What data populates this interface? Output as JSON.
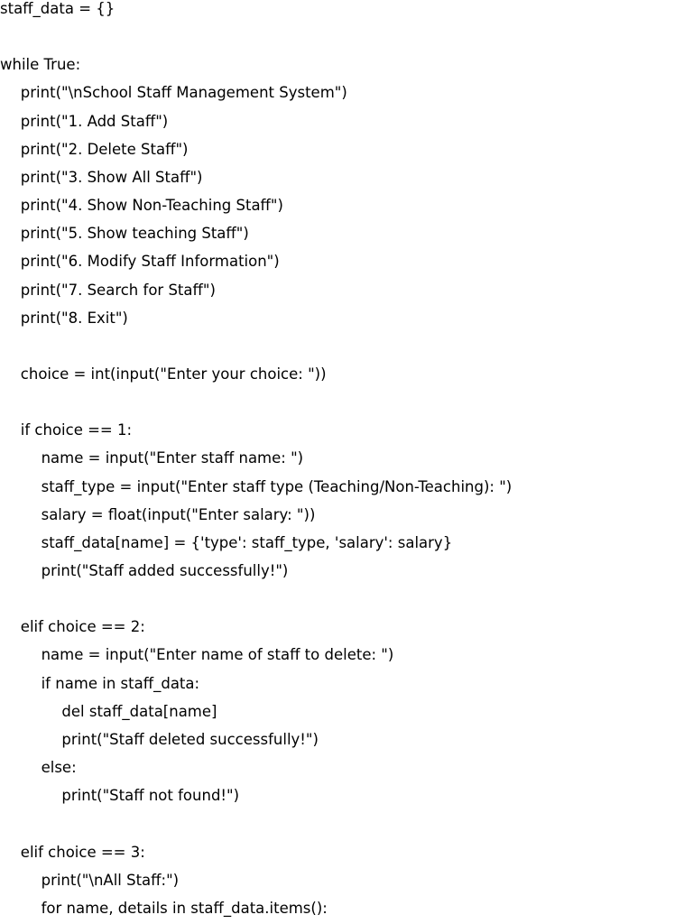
{
  "code": {
    "lines": [
      {
        "indent": 0,
        "text": "staff_data = {}"
      },
      {
        "indent": 0,
        "text": ""
      },
      {
        "indent": 0,
        "text": "while True:"
      },
      {
        "indent": 1,
        "text": "print(\"\\nSchool Staff Management System\")"
      },
      {
        "indent": 1,
        "text": "print(\"1. Add Staff\")"
      },
      {
        "indent": 1,
        "text": "print(\"2. Delete Staff\")"
      },
      {
        "indent": 1,
        "text": "print(\"3. Show All Staff\")"
      },
      {
        "indent": 1,
        "text": "print(\"4. Show Non-Teaching Staff\")"
      },
      {
        "indent": 1,
        "text": "print(\"5. Show teaching Staff\")"
      },
      {
        "indent": 1,
        "text": "print(\"6. Modify Staff Information\")"
      },
      {
        "indent": 1,
        "text": "print(\"7. Search for Staff\")"
      },
      {
        "indent": 1,
        "text": "print(\"8. Exit\")"
      },
      {
        "indent": 0,
        "text": ""
      },
      {
        "indent": 1,
        "text": "choice = int(input(\"Enter your choice: \"))"
      },
      {
        "indent": 0,
        "text": ""
      },
      {
        "indent": 1,
        "text": "if choice == 1:"
      },
      {
        "indent": 2,
        "text": "name = input(\"Enter staff name: \")"
      },
      {
        "indent": 2,
        "text": "staff_type = input(\"Enter staff type (Teaching/Non-Teaching): \")"
      },
      {
        "indent": 2,
        "text": "salary = float(input(\"Enter salary: \"))"
      },
      {
        "indent": 2,
        "text": "staff_data[name] = {'type': staff_type, 'salary': salary}"
      },
      {
        "indent": 2,
        "text": "print(\"Staff added successfully!\")"
      },
      {
        "indent": 0,
        "text": ""
      },
      {
        "indent": 1,
        "text": "elif choice == 2:"
      },
      {
        "indent": 2,
        "text": "name = input(\"Enter name of staff to delete: \")"
      },
      {
        "indent": 2,
        "text": "if name in staff_data:"
      },
      {
        "indent": 3,
        "text": "del staff_data[name]"
      },
      {
        "indent": 3,
        "text": "print(\"Staff deleted successfully!\")"
      },
      {
        "indent": 2,
        "text": "else:"
      },
      {
        "indent": 3,
        "text": "print(\"Staff not found!\")"
      },
      {
        "indent": 0,
        "text": ""
      },
      {
        "indent": 1,
        "text": "elif choice == 3:"
      },
      {
        "indent": 2,
        "text": "print(\"\\nAll Staff:\")"
      },
      {
        "indent": 2,
        "text": "for name, details in staff_data.items():"
      }
    ]
  }
}
